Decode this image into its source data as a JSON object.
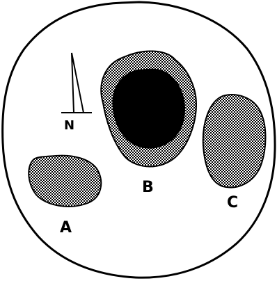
{
  "labels": {
    "region_a": "A",
    "region_b": "B",
    "region_c": "C",
    "north": "N"
  },
  "colors": {
    "outline": "#000000",
    "background": "#ffffff",
    "stipple": "#000000",
    "core": "#000000"
  }
}
